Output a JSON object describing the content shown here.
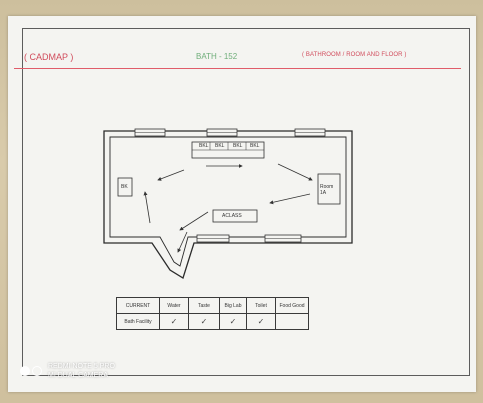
{
  "header": {
    "left": "( CADMAP )",
    "middle": "BATH - 152",
    "right": "( BATHROOM / ROOM AND FLOOR )"
  },
  "plan": {
    "top_box_cells": [
      "BKL",
      "BKL",
      "BKL",
      "BKL"
    ],
    "left_box_label": "BK",
    "right_box_label": "Room 1A",
    "center_box_label": "ACLASS"
  },
  "table": {
    "headers": [
      "CURRENT",
      "Water",
      "Taste",
      "Big Lab",
      "Toilet",
      "Food Good"
    ],
    "row_label": "Bath Facility",
    "row_values": [
      "✓",
      "✓",
      "✓",
      "✓",
      ""
    ]
  },
  "watermark": {
    "line1": "REDMI NOTE 5 PRO",
    "line2": "MI DUAL CAMERA"
  }
}
